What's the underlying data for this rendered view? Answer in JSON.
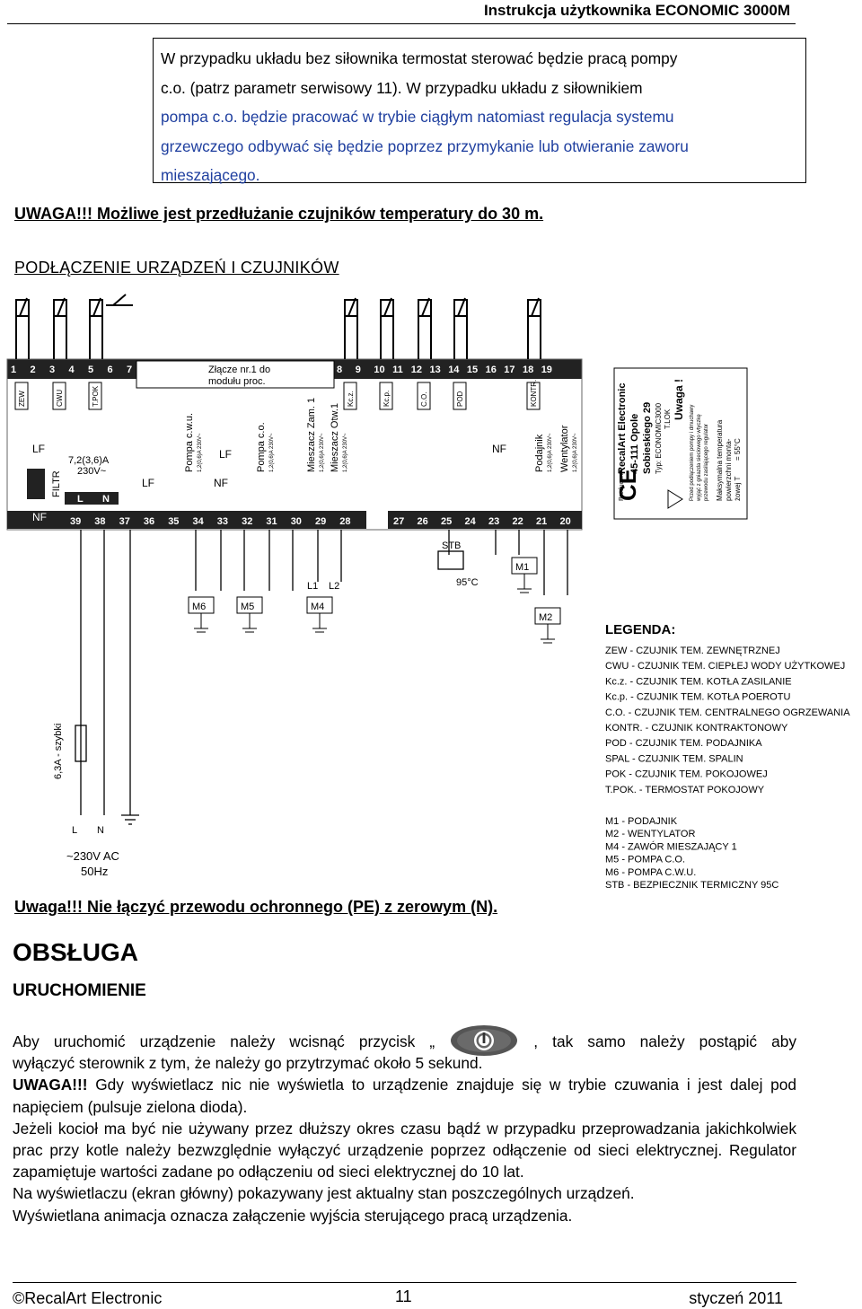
{
  "header": {
    "title": "Instrukcja użytkownika ECONOMIC 3000M"
  },
  "note_box": {
    "lines": [
      "W przypadku układu bez siłownika termostat sterować będzie pracą pompy",
      "c.o. (patrz parametr serwisowy 11). W przypadku układu z siłownikiem",
      "pompa c.o. będzie pracować w trybie ciągłym natomiast regulacja systemu",
      "grzewczego odbywać się będzie poprzez przymykanie lub otwieranie zaworu",
      "mieszającego."
    ]
  },
  "warning_sensors": "UWAGA!!! Możliwe jest przedłużanie czujników temperatury do 30 m.",
  "section_title": "PODŁĄCZENIE URZĄDZEŃ I CZUJNIKÓW",
  "diagram": {
    "top_terminals_left": [
      "1",
      "2",
      "3",
      "4",
      "5",
      "6",
      "7"
    ],
    "connector_label": [
      "Złącze nr.1 do",
      "modułu proc."
    ],
    "top_terminals_right": [
      "8",
      "9",
      "10",
      "11",
      "12",
      "13",
      "14",
      "15",
      "16",
      "17",
      "18",
      "19"
    ],
    "sensor_tags_left": [
      "ZEW",
      "CWU",
      "T.POK"
    ],
    "sensor_tags_right": [
      "Kc.z.",
      "Kc.p.",
      "C.O.",
      "POD",
      "KONTR."
    ],
    "bottom_terminals_left": [
      "39",
      "38",
      "37",
      "36",
      "35",
      "34",
      "33",
      "32",
      "31",
      "30",
      "29",
      "28"
    ],
    "bottom_terminals_right": [
      "27",
      "26",
      "25",
      "24",
      "23",
      "22",
      "21",
      "20"
    ],
    "fuse_rating": "7,2(3,6)A",
    "voltage": "230V~",
    "filter": "FILTR",
    "lf": "LF",
    "nf": "NF",
    "l": "L",
    "n": "N",
    "outputs": [
      {
        "name": "Pompa c.w.u.",
        "rating": "1,2(0,6)A 230V~"
      },
      {
        "name": "Pompa c.o.",
        "rating": "1,2(0,6)A 230V~"
      },
      {
        "name": "Mieszacz Zam. 1",
        "rating": "1,2(0,6)A 230V~"
      },
      {
        "name": "Mieszacz Otw.1",
        "rating": "1,2(0,6)A 230V~"
      },
      {
        "name": "Podajnik",
        "rating": "1,2(0,6)A 230V~"
      },
      {
        "name": "Wentylator",
        "rating": "1,2(0,6)A 230V~"
      }
    ],
    "stb": "STB",
    "stb_temp": "95°C",
    "motors": [
      "M6",
      "M5",
      "M4",
      "M1",
      "M2"
    ],
    "l1": "L1",
    "l2": "L2",
    "main_fuse": "6,3A - szybki",
    "supply": [
      "~230V AC",
      "50Hz"
    ],
    "plate": {
      "producer_label": "Producent",
      "producer": [
        "RecalArt Electronic",
        "45-111 Opole",
        "Sobieskiego 29"
      ],
      "type": [
        "Typ: ECONOMIC3000",
        "T.LOK"
      ],
      "uwaga": "Uwaga !",
      "warning": [
        "Przed podłączeniem pompy i dmuchawy",
        "wyjąć z gniazda sieciowego wtyczkę",
        "przewodu zasilającego regulator"
      ],
      "max_temp": [
        "Maksymalna temperatura",
        "powierzchni monta-",
        "żowej T",
        "= 55°C"
      ]
    },
    "legend_title": "LEGENDA:",
    "legend": [
      "ZEW - CZUJNIK TEM. ZEWNĘTRZNEJ",
      "CWU - CZUJNIK TEM. CIEPŁEJ WODY UŻYTKOWEJ",
      "Kc.z. - CZUJNIK TEM. KOTŁA ZASILANIE",
      "Kc.p. - CZUJNIK TEM. KOTŁA POEROTU",
      "C.O. - CZUJNIK TEM. CENTRALNEGO OGRZEWANIA",
      "KONTR. - CZUJNIK KONTRAKTONOWY",
      "POD - CZUJNIK TEM. PODAJNIKA",
      "SPAL - CZUJNIK TEM. SPALIN",
      "POK - CZUJNIK TEM. POKOJOWEJ",
      "T.POK. - TERMOSTAT POKOJOWY"
    ],
    "legend2": [
      "M1 - PODAJNIK",
      "M2 - WENTYLATOR",
      "M4 - ZAWÓR MIESZAJĄCY 1",
      "M5 - POMPA C.O.",
      "M6 - POMPA C.W.U.",
      "STB - BEZPIECZNIK TERMICZNY 95C"
    ]
  },
  "warning_pe": "Uwaga!!! Nie łączyć przewodu ochronnego (PE) z zerowym (N).",
  "heading_obsluga": "OBSŁUGA",
  "heading_uruchomienie": "URUCHOMIENIE",
  "para1_before": "Aby uruchomić urządzenie należy wcisnąć przycisk „",
  "para1_after": ", tak samo należy postąpić aby",
  "para1_line2": "wyłączyć sterownik z tym, że należy go przytrzymać około 5 sekund.",
  "para2_bold": "UWAGA!!!",
  "para2_rest": " Gdy wyświetlacz nic nie wyświetla to urządzenie znajduje się w trybie czuwania i jest dalej pod napięciem (pulsuje zielona dioda).",
  "para3": "Jeżeli kocioł ma być nie używany przez dłuższy okres czasu bądź w przypadku przeprowadzania jakichkolwiek prac przy kotle należy bezwzględnie wyłączyć urządzenie poprzez odłączenie od sieci elektrycznej. Regulator zapamiętuje wartości zadane po odłączeniu od sieci elektrycznej do 10 lat.",
  "para4": "Na wyświetlaczu (ekran główny) pokazywany jest aktualny stan poszczególnych urządzeń.",
  "para5": "Wyświetlana animacja oznacza załączenie wyjścia sterującego pracą urządzenia.",
  "footer": {
    "left": "©RecalArt Electronic",
    "page": "11",
    "date": "styczeń 2011"
  }
}
